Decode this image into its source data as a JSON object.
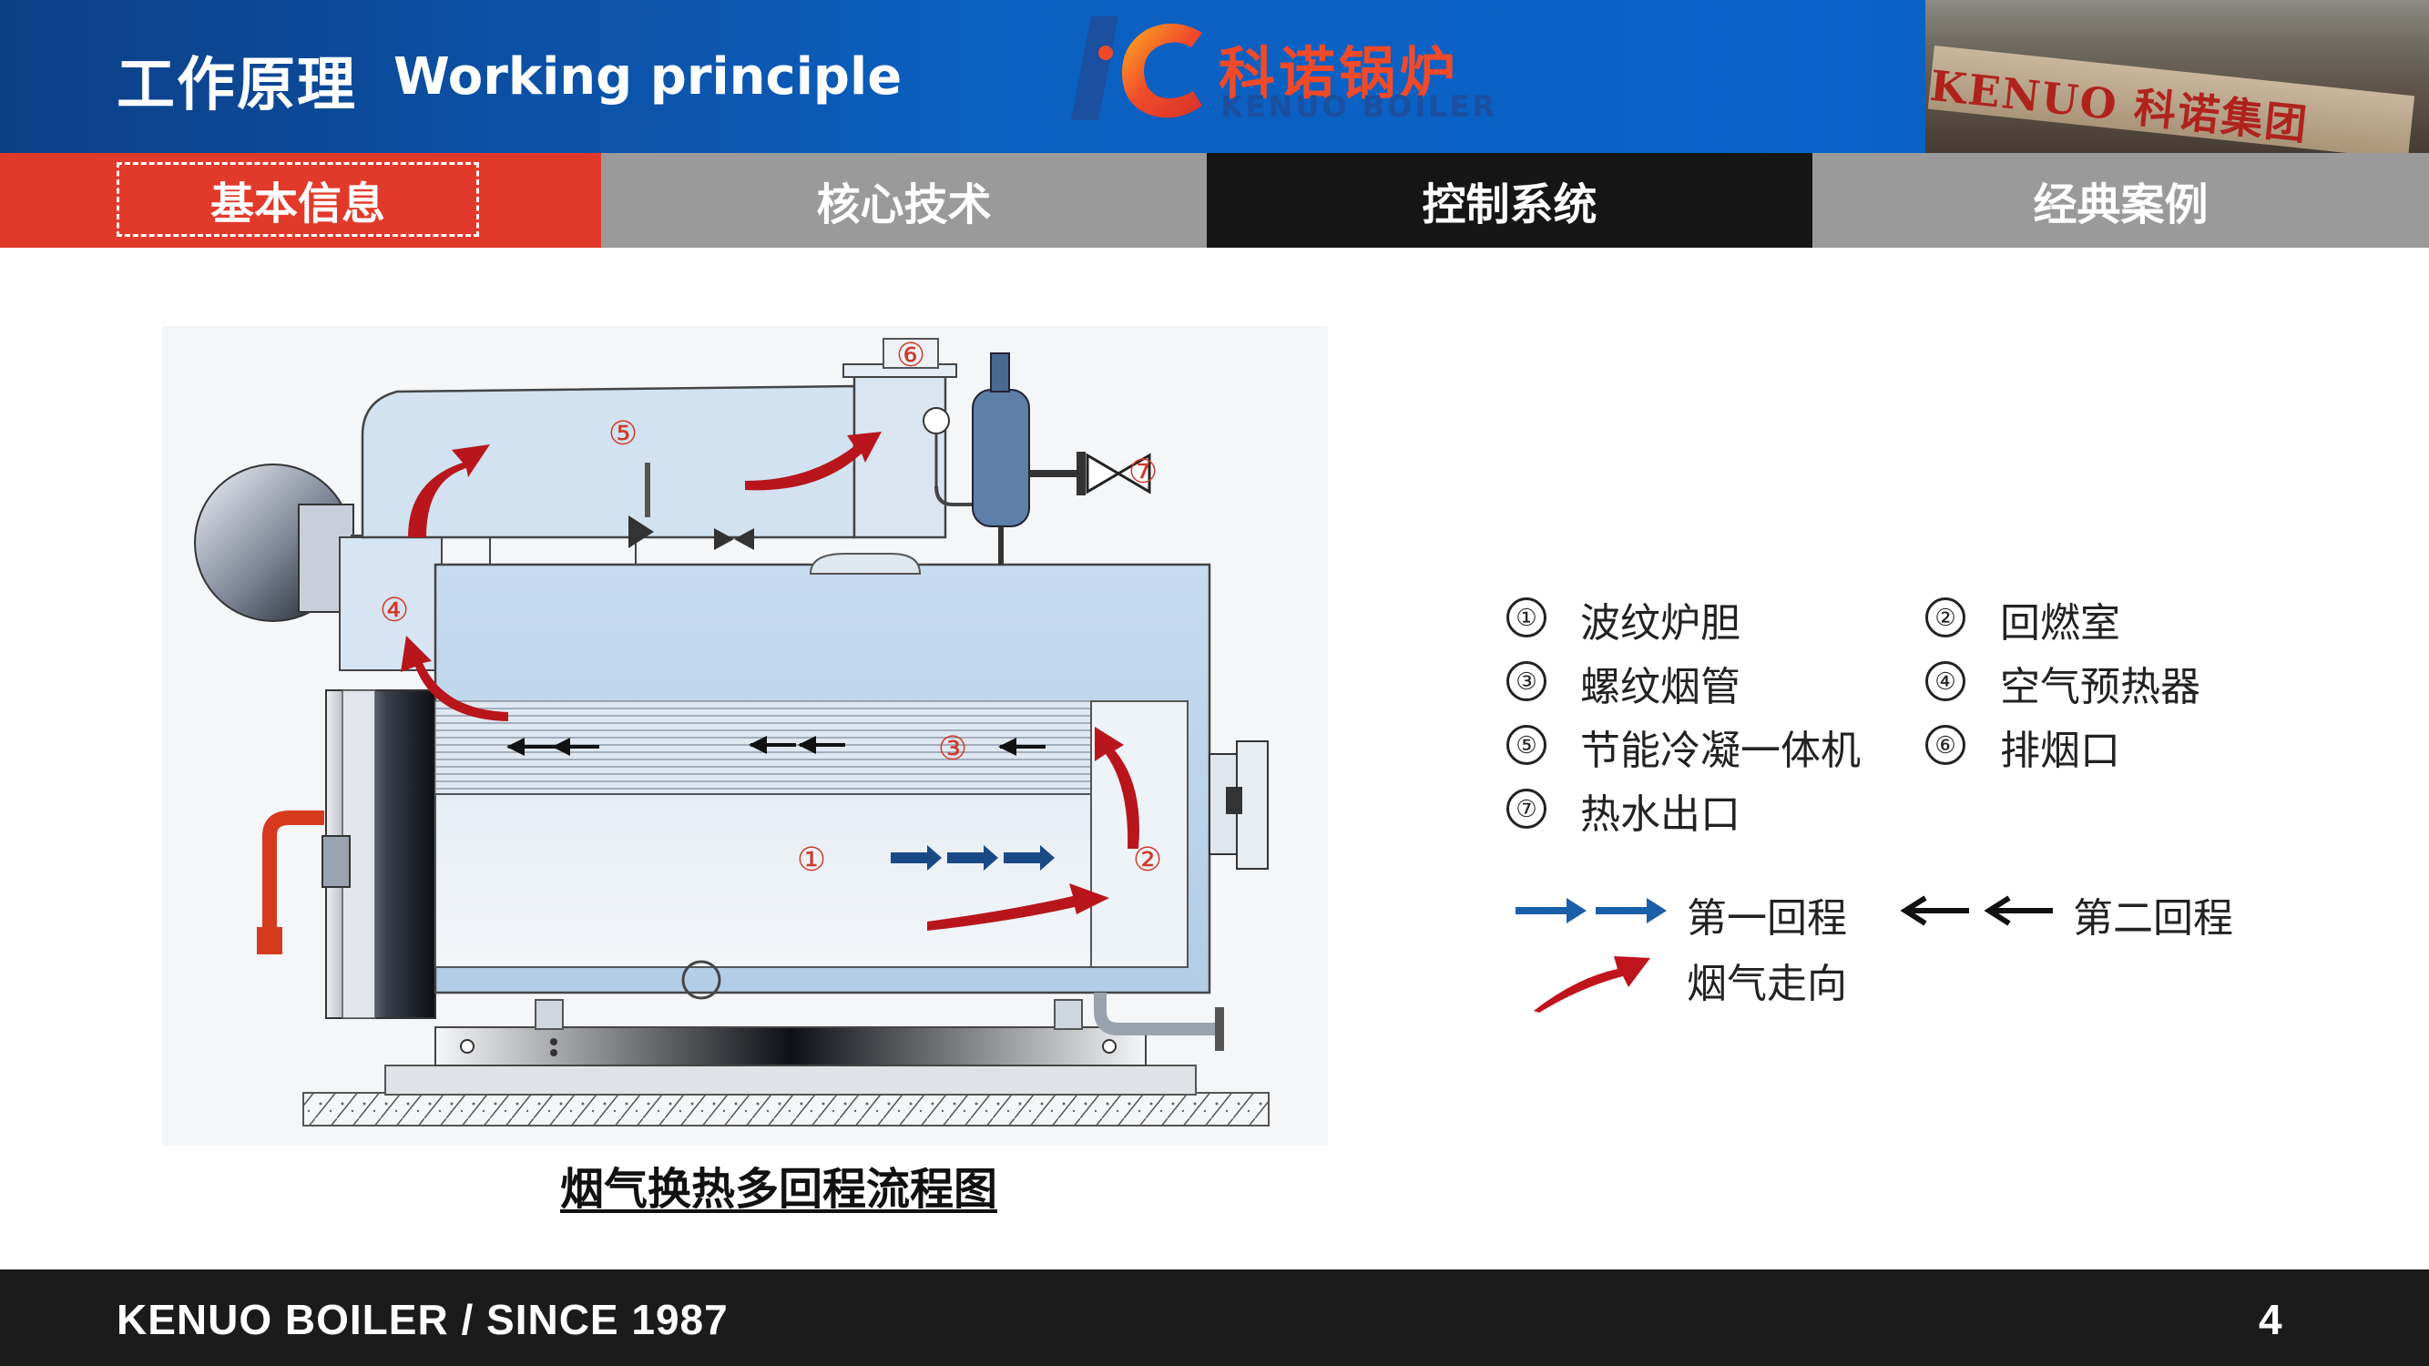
{
  "header": {
    "title_cn": "工作原理",
    "title_en": "Working principle",
    "logo_cn": "科诺锅炉",
    "logo_en": "KENUO BOILER",
    "photo_sign": "KENUO 科诺集团"
  },
  "nav": {
    "tabs": [
      {
        "label": "基本信息"
      },
      {
        "label": "核心技术"
      },
      {
        "label": "控制系统"
      },
      {
        "label": "经典案例"
      }
    ]
  },
  "diagram": {
    "caption": "烟气换热多回程流程图",
    "markers": [
      "①",
      "②",
      "③",
      "④",
      "⑤",
      "⑥",
      "⑦"
    ]
  },
  "legend": {
    "items": [
      {
        "num": "①",
        "label": "波纹炉胆"
      },
      {
        "num": "②",
        "label": "回燃室"
      },
      {
        "num": "③",
        "label": "螺纹烟管"
      },
      {
        "num": "④",
        "label": "空气预热器"
      },
      {
        "num": "⑤",
        "label": "节能冷凝一体机"
      },
      {
        "num": "⑥",
        "label": "排烟口"
      },
      {
        "num": "⑦",
        "label": "热水出口"
      }
    ],
    "flow": {
      "first_pass": "第一回程",
      "second_pass": "第二回程",
      "flue_gas": "烟气走向"
    }
  },
  "footer": {
    "brand": "KENUO BOILER / SINCE 1987",
    "page": "4"
  },
  "colors": {
    "header_blue": "#0b5fbf",
    "active_tab_red": "#e23a2a",
    "tab_gray": "#9a9a9a",
    "tab_black": "#161616",
    "first_pass_blue": "#1a5fa8",
    "flue_red": "#c0141c"
  }
}
